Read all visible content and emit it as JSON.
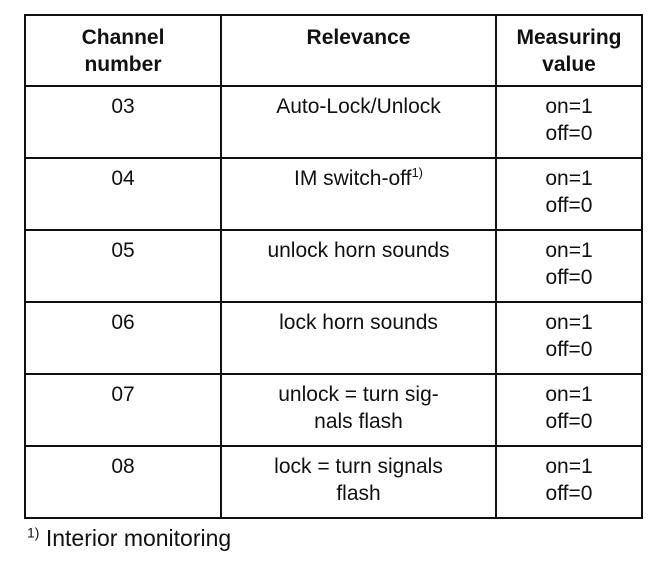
{
  "table": {
    "headers": [
      "Channel number",
      "Relevance",
      "Measuring value"
    ],
    "header_lines": [
      [
        "Channel",
        "number"
      ],
      [
        "Relevance"
      ],
      [
        "Measuring",
        "value"
      ]
    ],
    "rows": [
      {
        "channel": "03",
        "relevance": "Auto-Lock/Unlock",
        "relevance_sup": "",
        "value_on": "on=1",
        "value_off": "off=0"
      },
      {
        "channel": "04",
        "relevance": "IM switch-off",
        "relevance_sup": "1)",
        "value_on": "on=1",
        "value_off": "off=0"
      },
      {
        "channel": "05",
        "relevance": "unlock horn sounds",
        "relevance_sup": "",
        "value_on": "on=1",
        "value_off": "off=0"
      },
      {
        "channel": "06",
        "relevance": "lock horn sounds",
        "relevance_sup": "",
        "value_on": "on=1",
        "value_off": "off=0"
      },
      {
        "channel": "07",
        "relevance_lines": [
          "unlock = turn sig-",
          "nals flash"
        ],
        "relevance_sup": "",
        "value_on": "on=1",
        "value_off": "off=0"
      },
      {
        "channel": "08",
        "relevance_lines": [
          "lock = turn signals",
          "flash"
        ],
        "relevance_sup": "",
        "value_on": "on=1",
        "value_off": "off=0"
      }
    ]
  },
  "footnote": {
    "marker": "1)",
    "text": "Interior monitoring"
  }
}
